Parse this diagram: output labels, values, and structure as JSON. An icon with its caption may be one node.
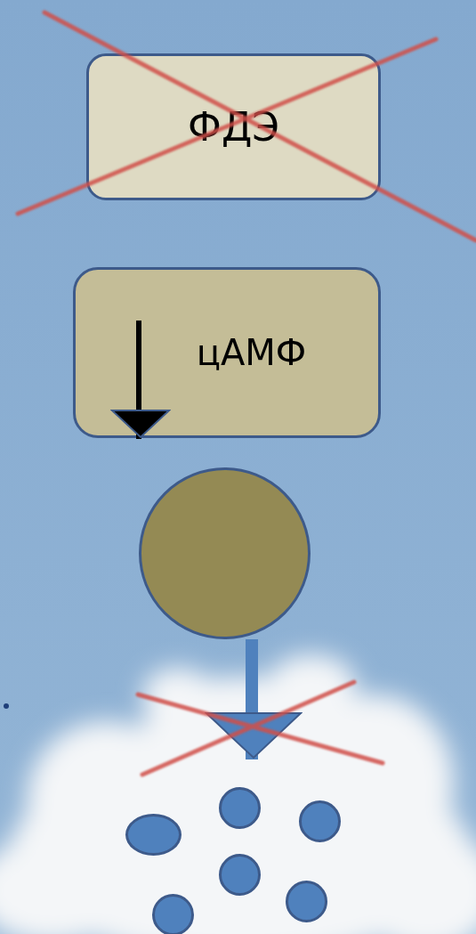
{
  "diagram": {
    "nodes": [
      {
        "text": [
          "ФДЭ"
        ]
      },
      {
        "text": [
          "цАМФ"
        ]
      },
      {
        "text": [],
        "shape": "circle"
      },
      {
        "text": [],
        "shape": "circle"
      },
      {
        "text": [],
        "shape": "circle"
      },
      {
        "text": [],
        "shape": "ellipse"
      },
      {
        "text": [],
        "shape": "circle"
      },
      {
        "text": [],
        "shape": "circle"
      },
      {
        "text": [],
        "shape": "circle"
      }
    ],
    "edges": [
      {
        "from": 1,
        "to": 2,
        "arrow": "to"
      },
      {
        "from": 2,
        "to": 3,
        "arrow": "to",
        "style": "thick",
        "color": "#4f81bd"
      }
    ]
  }
}
